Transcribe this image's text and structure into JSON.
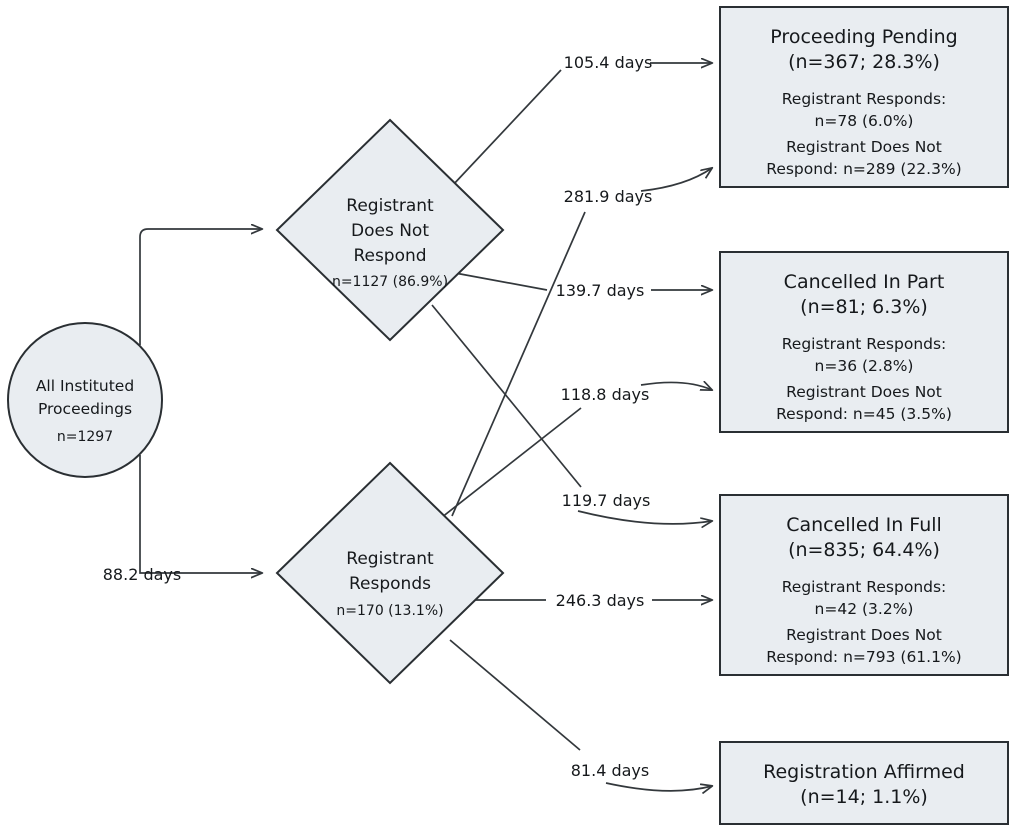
{
  "diagram": {
    "type": "flowchart",
    "title": "",
    "palette": {
      "node_fill": "#e9edf1",
      "node_stroke": "#2a2f33",
      "edge_stroke": "#33383c",
      "text": "#16191c",
      "background": "#ffffff"
    },
    "start_node": {
      "shape": "circle",
      "line1": "All Instituted",
      "line2": "Proceedings",
      "count": "n=1297"
    },
    "decisions": [
      {
        "id": "does-not-respond",
        "shape": "diamond",
        "line1": "Registrant",
        "line2": "Does Not",
        "line3": "Respond",
        "count": "n=1127 (86.9%)"
      },
      {
        "id": "responds",
        "shape": "diamond",
        "line1": "Registrant",
        "line2": "Responds",
        "line3": "",
        "count": "n=170 (13.1%)"
      }
    ],
    "outcomes": [
      {
        "id": "proceeding-pending",
        "shape": "rect",
        "title": "Proceeding Pending",
        "count": "(n=367; 28.3%)",
        "detail1": "Registrant Responds:",
        "detail2": "n=78 (6.0%)",
        "detail3": "Registrant Does Not",
        "detail4": "Respond: n=289 (22.3%)"
      },
      {
        "id": "cancelled-in-part",
        "shape": "rect",
        "title": "Cancelled In Part",
        "count": "(n=81; 6.3%)",
        "detail1": "Registrant Responds:",
        "detail2": "n=36 (2.8%)",
        "detail3": "Registrant Does Not",
        "detail4": "Respond: n=45 (3.5%)"
      },
      {
        "id": "cancelled-in-full",
        "shape": "rect",
        "title": "Cancelled In Full",
        "count": "(n=835; 64.4%)",
        "detail1": "Registrant Responds:",
        "detail2": "n=42 (3.2%)",
        "detail3": "Registrant Does Not",
        "detail4": "Respond: n=793 (61.1%)"
      },
      {
        "id": "registration-affirmed",
        "shape": "rect",
        "title": "Registration Affirmed",
        "count": "(n=14; 1.1%)",
        "detail1": "",
        "detail2": "",
        "detail3": "",
        "detail4": ""
      }
    ],
    "edges": [
      {
        "id": "start-to-does-not-respond",
        "label": "",
        "from": "All Instituted Proceedings",
        "to": "Registrant Does Not Respond"
      },
      {
        "id": "start-to-responds",
        "label": "88.2 days",
        "from": "All Instituted Proceedings",
        "to": "Registrant Responds"
      },
      {
        "id": "dnr-to-pending",
        "label": "105.4 days",
        "from": "Registrant Does Not Respond",
        "to": "Proceeding Pending"
      },
      {
        "id": "responds-to-pending",
        "label": "281.9 days",
        "from": "Registrant Responds",
        "to": "Proceeding Pending"
      },
      {
        "id": "dnr-to-part",
        "label": "139.7 days",
        "from": "Registrant Does Not Respond",
        "to": "Cancelled In Part"
      },
      {
        "id": "responds-to-part",
        "label": "118.8 days",
        "from": "Registrant Responds",
        "to": "Cancelled In Part"
      },
      {
        "id": "dnr-to-full",
        "label": "119.7 days",
        "from": "Registrant Does Not Respond",
        "to": "Cancelled In Full"
      },
      {
        "id": "responds-to-full",
        "label": "246.3 days",
        "from": "Registrant Responds",
        "to": "Cancelled In Full"
      },
      {
        "id": "responds-to-affirmed",
        "label": "81.4 days",
        "from": "Registrant Responds",
        "to": "Registration Affirmed"
      }
    ]
  }
}
